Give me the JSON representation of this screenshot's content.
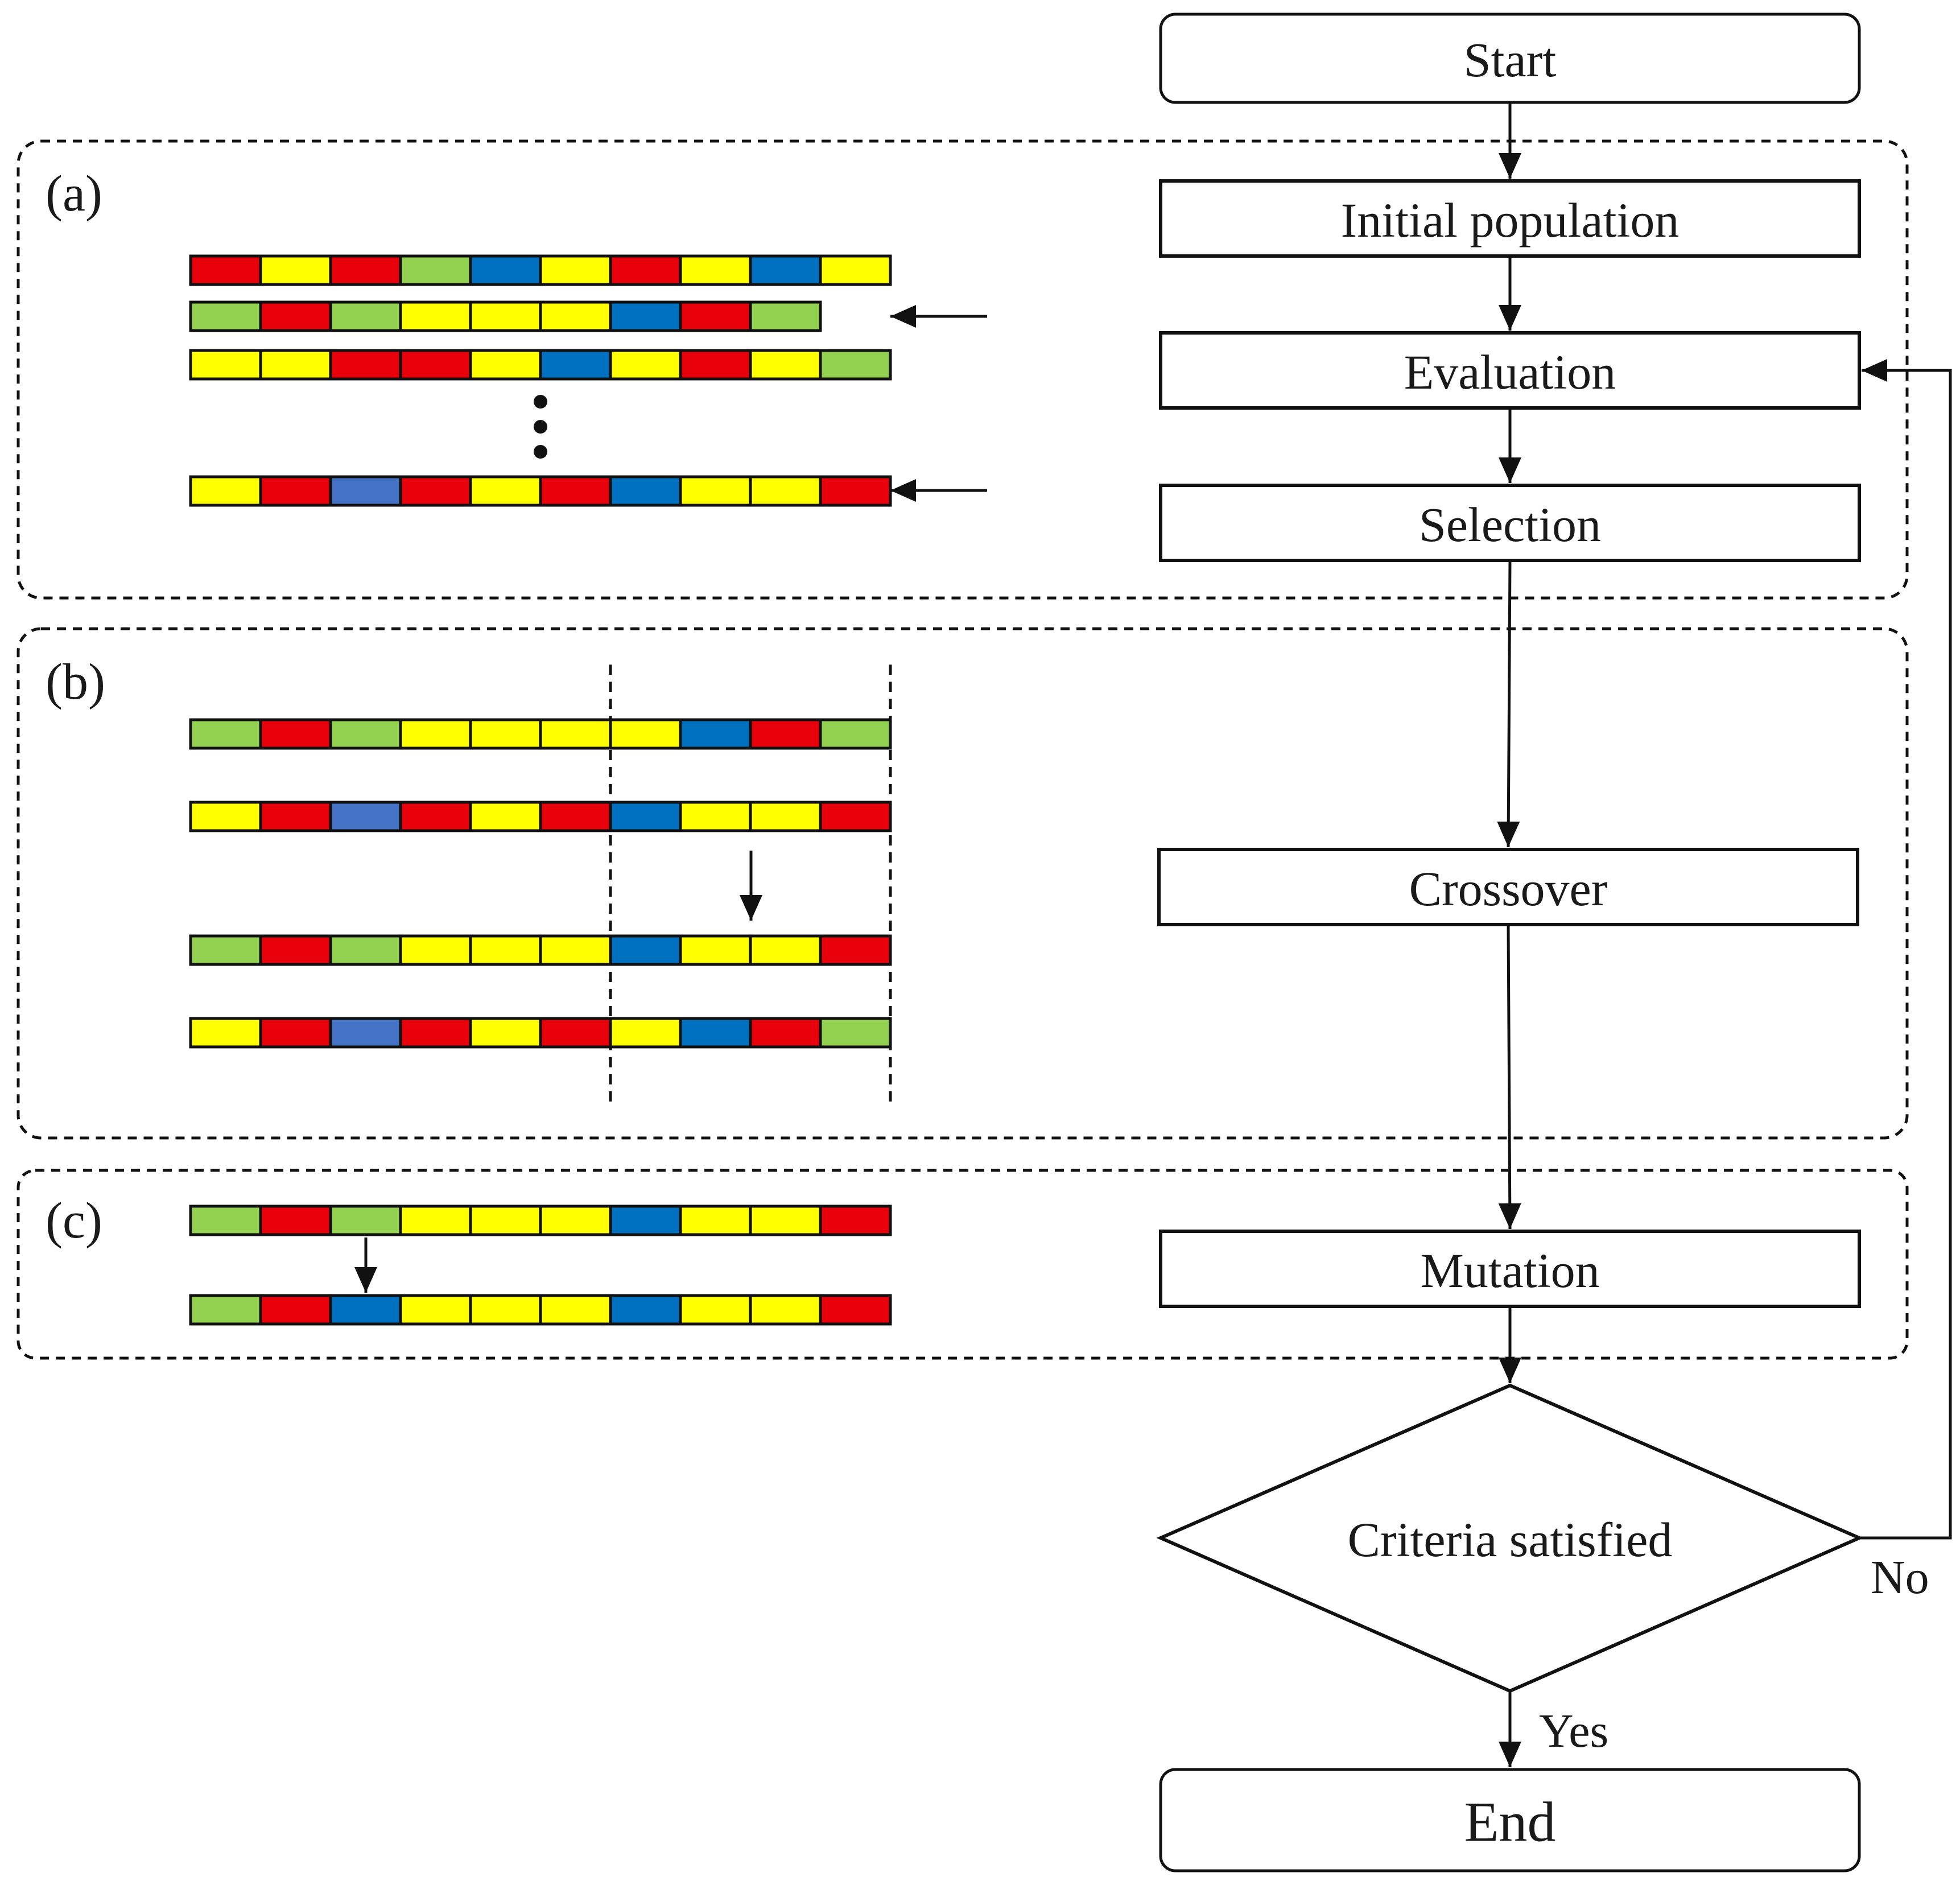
{
  "colors": {
    "R": "#e8000b",
    "Y": "#ffff00",
    "G": "#92d050",
    "B": "#0070c0",
    "L": "#4472c4",
    "stroke": "#111111"
  },
  "flowchart": {
    "start": "Start",
    "initial_population": "Initial population",
    "evaluation": "Evaluation",
    "selection": "Selection",
    "crossover": "Crossover",
    "mutation": "Mutation",
    "decision": "Criteria satisfied",
    "no_label": "No",
    "yes_label": "Yes",
    "end": "End"
  },
  "panels": {
    "a": {
      "label": "(a)",
      "chromosomes": [
        [
          "R",
          "Y",
          "R",
          "G",
          "B",
          "Y",
          "R",
          "Y",
          "B",
          "Y"
        ],
        [
          "G",
          "R",
          "G",
          "Y",
          "Y",
          "Y",
          "B",
          "R",
          "G"
        ],
        [
          "Y",
          "Y",
          "R",
          "R",
          "Y",
          "B",
          "Y",
          "R",
          "Y",
          "G"
        ],
        [
          "Y",
          "R",
          "L",
          "R",
          "Y",
          "R",
          "B",
          "Y",
          "Y",
          "R"
        ]
      ],
      "selected_rows": [
        1,
        3
      ]
    },
    "b": {
      "label": "(b)",
      "crossover_point_after_gene": 6,
      "parents": [
        [
          "G",
          "R",
          "G",
          "Y",
          "Y",
          "Y",
          "Y",
          "B",
          "R",
          "G"
        ],
        [
          "Y",
          "R",
          "L",
          "R",
          "Y",
          "R",
          "B",
          "Y",
          "Y",
          "R"
        ]
      ],
      "offspring": [
        [
          "G",
          "R",
          "G",
          "Y",
          "Y",
          "Y",
          "B",
          "Y",
          "Y",
          "R"
        ],
        [
          "Y",
          "R",
          "L",
          "R",
          "Y",
          "R",
          "Y",
          "B",
          "R",
          "G"
        ]
      ]
    },
    "c": {
      "label": "(c)",
      "mutated_gene_index": 2,
      "before": [
        "G",
        "R",
        "G",
        "Y",
        "Y",
        "Y",
        "B",
        "Y",
        "Y",
        "R"
      ],
      "after": [
        "G",
        "R",
        "B",
        "Y",
        "Y",
        "Y",
        "B",
        "Y",
        "Y",
        "R"
      ]
    }
  }
}
